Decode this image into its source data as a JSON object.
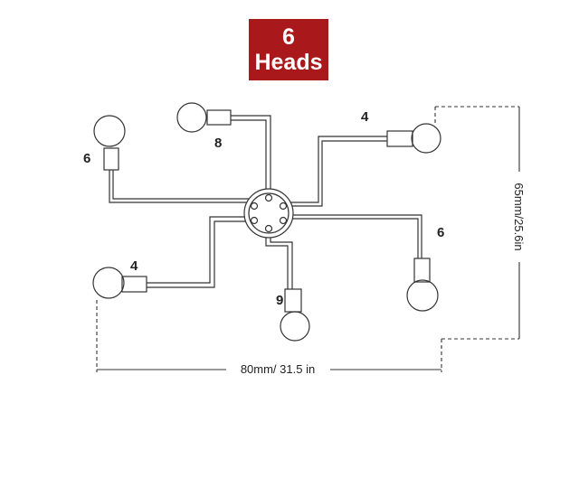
{
  "badge": {
    "number": "6",
    "text": "Heads",
    "color": "#a9191b"
  },
  "arm_labels": {
    "upper_left": "6",
    "top": "8",
    "upper_right": "4",
    "lower_left": "4",
    "bottom": "9",
    "lower_right": "6"
  },
  "dimensions": {
    "width": "80mm/ 31.5 in",
    "height": "65mm/25.6in"
  }
}
